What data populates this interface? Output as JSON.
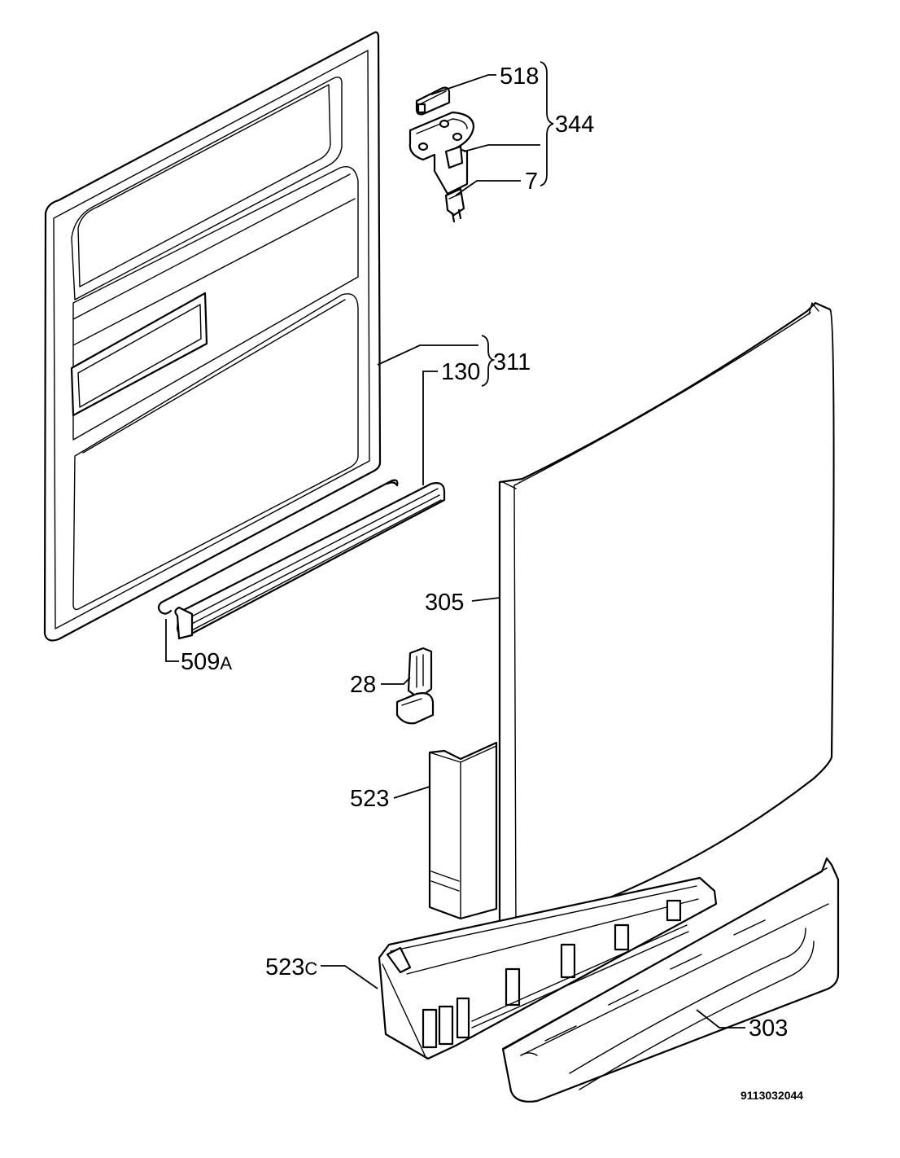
{
  "diagram": {
    "title": "",
    "labels": {
      "p518": "518",
      "p344": "344",
      "p7": "7",
      "p311": "311",
      "p130": "130",
      "p305": "305",
      "p509": "509",
      "p509_suffix": "A",
      "p28": "28",
      "p523": "523",
      "p523c": "523",
      "p523c_suffix": "C",
      "p303": "303"
    },
    "doc_number": "9113032044"
  }
}
